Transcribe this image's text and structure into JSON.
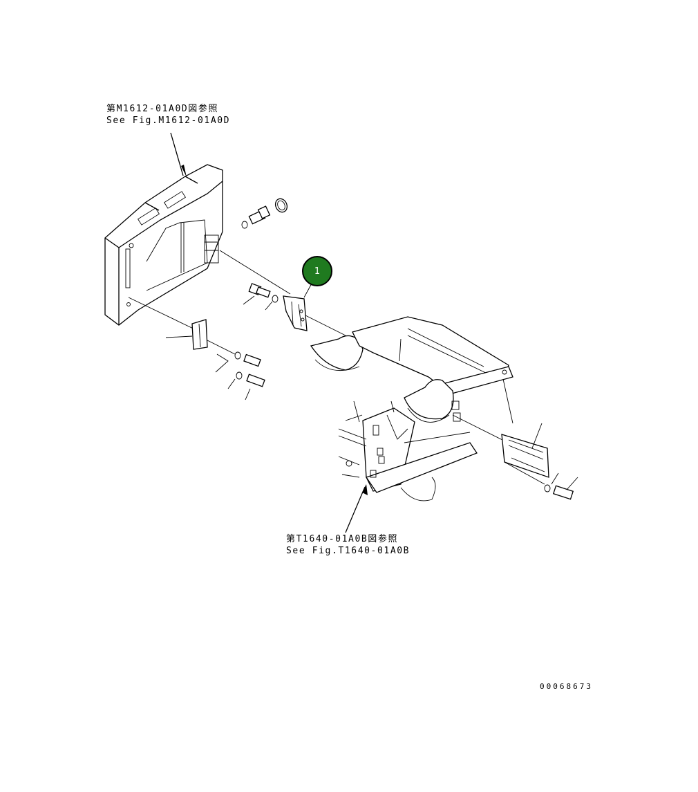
{
  "references": {
    "top": {
      "line_jp": "第M1612-01A0D図参照",
      "line_en": "See Fig.M1612-01A0D"
    },
    "bottom": {
      "line_jp": "第T1640-01A0B図参照",
      "line_en": "See Fig.T1640-01A0B"
    }
  },
  "callout": {
    "number": "1",
    "color": "#1f7a1f"
  },
  "figure_id": "00068673"
}
